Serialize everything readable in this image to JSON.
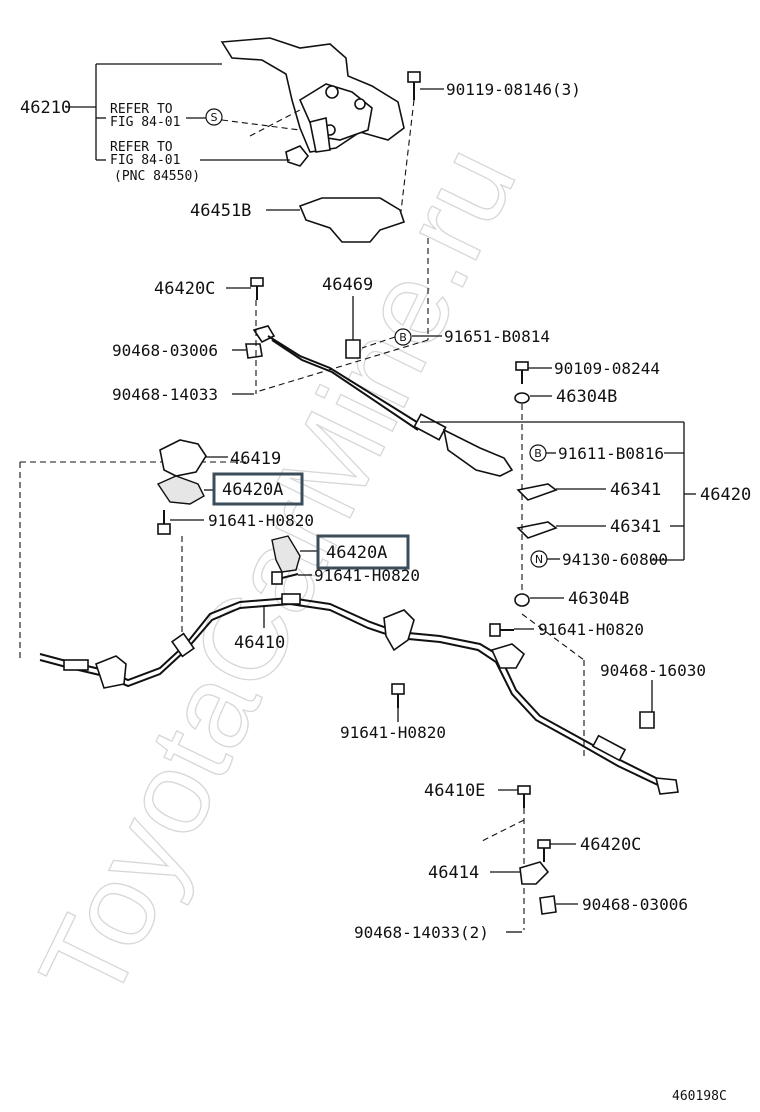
{
  "diagram_id": "460198C",
  "watermark": "ToyotaCarMine.ru",
  "refer_notes": {
    "line1a": "REFER TO",
    "line1b": "FIG 84-01",
    "line2a": "REFER TO",
    "line2b": "FIG 84-01",
    "line3": "(PNC 84550)"
  },
  "markers": {
    "s": "S",
    "b1": "B",
    "b2": "B",
    "n": "N"
  },
  "parts": {
    "p46210": "46210",
    "p90119": "90119-08146(3)",
    "p46451B": "46451B",
    "p46420C_top": "46420C",
    "p46469": "46469",
    "p91651": "91651-B0814",
    "p90468_03006_top": "90468-03006",
    "p90109": "90109-08244",
    "p90468_14033_top": "90468-14033",
    "p46304B_top": "46304B",
    "p91611": "91611-B0816",
    "p46419": "46419",
    "p46420A_1": "46420A",
    "p46341_1": "46341",
    "p46420": "46420",
    "p91641_a": "91641-H0820",
    "p46341_2": "46341",
    "p94130": "94130-60800",
    "p46420A_2": "46420A",
    "p91641_b": "91641-H0820",
    "p46304B_bot": "46304B",
    "p46410": "46410",
    "p91641_c": "91641-H0820",
    "p90468_16030": "90468-16030",
    "p91641_d": "91641-H0820",
    "p46410E": "46410E",
    "p46420C_bot": "46420C",
    "p46414": "46414",
    "p90468_03006_bot": "90468-03006",
    "p90468_14033_bot": "90468-14033(2)"
  }
}
